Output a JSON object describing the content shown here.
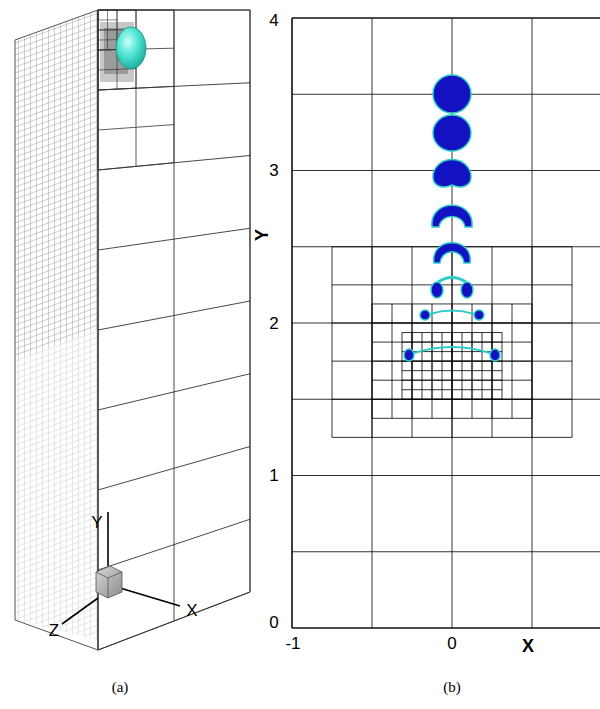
{
  "diagram": {
    "labels": [
      "Y",
      "Z",
      "X",
      "4",
      "3",
      "2",
      "1",
      "0",
      "Y",
      "-1",
      "0",
      "X",
      "(a)",
      "(b)"
    ]
  }
}
